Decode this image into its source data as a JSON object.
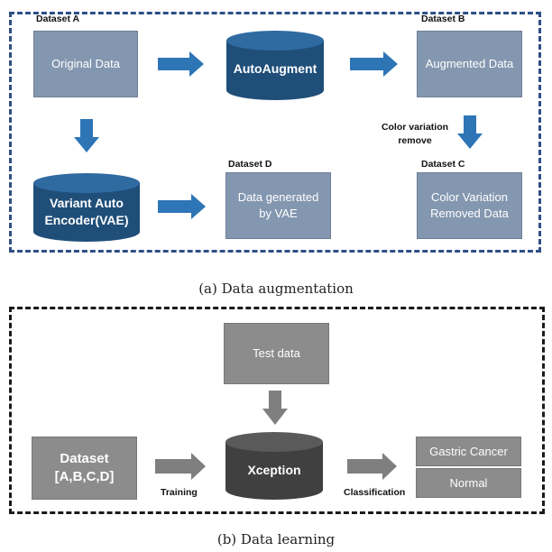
{
  "augmentation": {
    "dataset_a_label": "Dataset A",
    "dataset_b_label": "Dataset B",
    "dataset_c_label": "Dataset C",
    "dataset_d_label": "Dataset D",
    "original_data": "Original Data",
    "autoaugment": "AutoAugment",
    "augmented_data": "Augmented Data",
    "color_variation_remove_line1": "Color variation",
    "color_variation_remove_line2": "remove",
    "vae_line1": "Variant Auto",
    "vae_line2": "Encoder(VAE)",
    "vae_generated_line1": "Data generated",
    "vae_generated_line2": "by VAE",
    "color_removed_line1": "Color Variation",
    "color_removed_line2": "Removed Data",
    "caption": "(a) Data augmentation"
  },
  "learning": {
    "test_data": "Test data",
    "dataset_line1": "Dataset",
    "dataset_line2": "[A,B,C,D]",
    "xception": "Xception",
    "training_label": "Training",
    "classification_label": "Classification",
    "gastric_cancer": "Gastric Cancer",
    "normal": "Normal",
    "caption": "(b) Data learning"
  },
  "colors": {
    "blue_box": "#8497b0",
    "cylinder_blue": "#1f4e79",
    "arrow_blue": "#2e75b6",
    "gray_box": "#8c8c8c",
    "cylinder_dark": "#404040",
    "arrow_gray": "#7f7f7f"
  }
}
